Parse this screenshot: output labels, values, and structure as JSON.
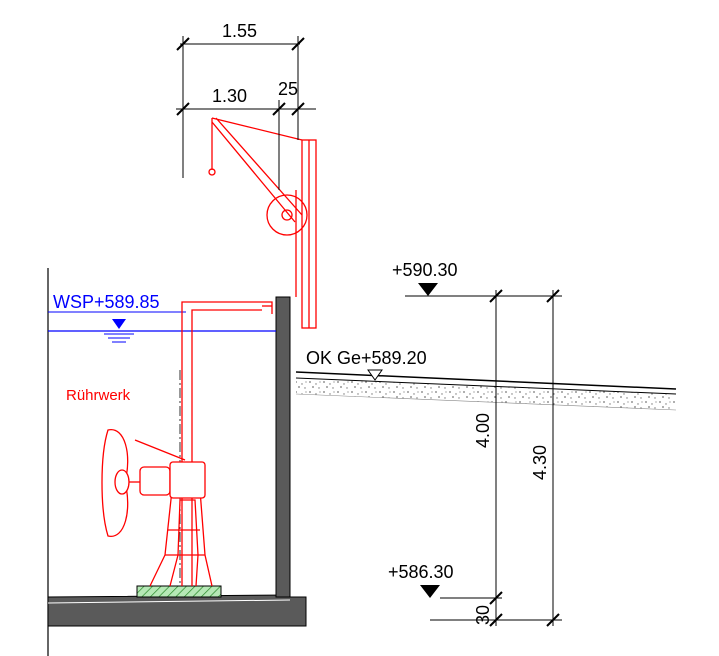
{
  "dimensions": {
    "crane_total": "1.55",
    "crane_reach": "1.30",
    "crane_offset": "25",
    "height_400": "4.00",
    "height_430": "4.30",
    "foundation": "30"
  },
  "levels": {
    "water_level": "WSP+589.85",
    "top_level": "+590.30",
    "ground_level": "OK Ge+589.20",
    "bottom_level": "+586.30"
  },
  "labels": {
    "agitator": "Rührwerk"
  },
  "colors": {
    "structure": "#000000",
    "equipment": "#ff0000",
    "water": "#0000ff",
    "concrete_wall": "#5a5a5a",
    "base_pad": "#2fa52f"
  }
}
